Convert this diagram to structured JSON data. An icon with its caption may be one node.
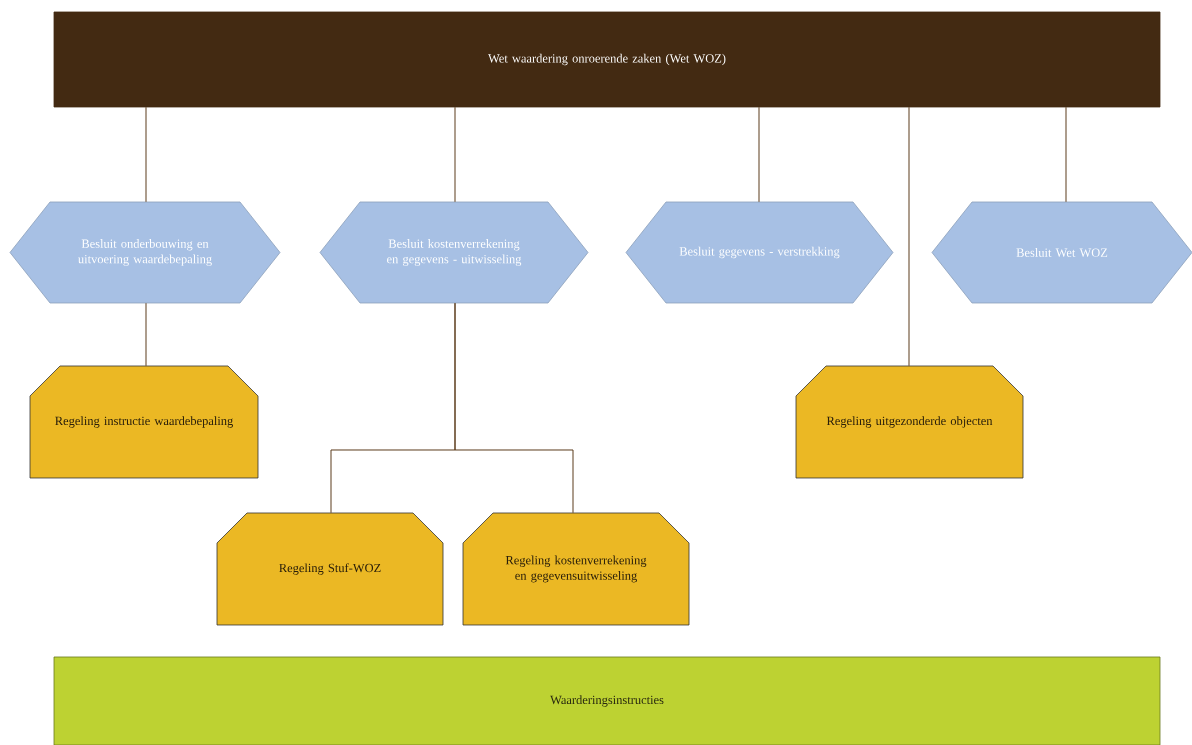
{
  "diagram": {
    "nodes": [
      {
        "text": [
          "Wet waardering onroerende zaken (Wet WOZ)"
        ]
      },
      {
        "text": [
          "Besluit onderbouwing en uitvoering waardebepaling"
        ]
      },
      {
        "text": [
          "Besluit kostenverrekening en gegevens - uitwisseling"
        ]
      },
      {
        "text": [
          "Besluit gegevens - verstrekking"
        ]
      },
      {
        "text": [
          "Besluit Wet WOZ"
        ]
      },
      {
        "text": [
          "Regeling instructie waardebepaling"
        ]
      },
      {
        "text": [
          "Regeling uitgezonderde objecten"
        ]
      },
      {
        "text": [
          "Regeling Stuf-WOZ"
        ]
      },
      {
        "text": [
          "Regeling kostenverrekening en gegevensuitwisseling"
        ]
      },
      {
        "text": [
          "Waarderingsinstructies"
        ]
      }
    ],
    "edges": [
      {
        "from": 0,
        "to": 1,
        "arrow": "none"
      },
      {
        "from": 0,
        "to": 2,
        "arrow": "none"
      },
      {
        "from": 0,
        "to": 3,
        "arrow": "none"
      },
      {
        "from": 0,
        "to": 6,
        "arrow": "none"
      },
      {
        "from": 0,
        "to": 4,
        "arrow": "none"
      },
      {
        "from": 1,
        "to": 5,
        "arrow": "none"
      },
      {
        "from": 2,
        "to": 7,
        "arrow": "none"
      },
      {
        "from": 2,
        "to": 8,
        "arrow": "none"
      }
    ]
  }
}
